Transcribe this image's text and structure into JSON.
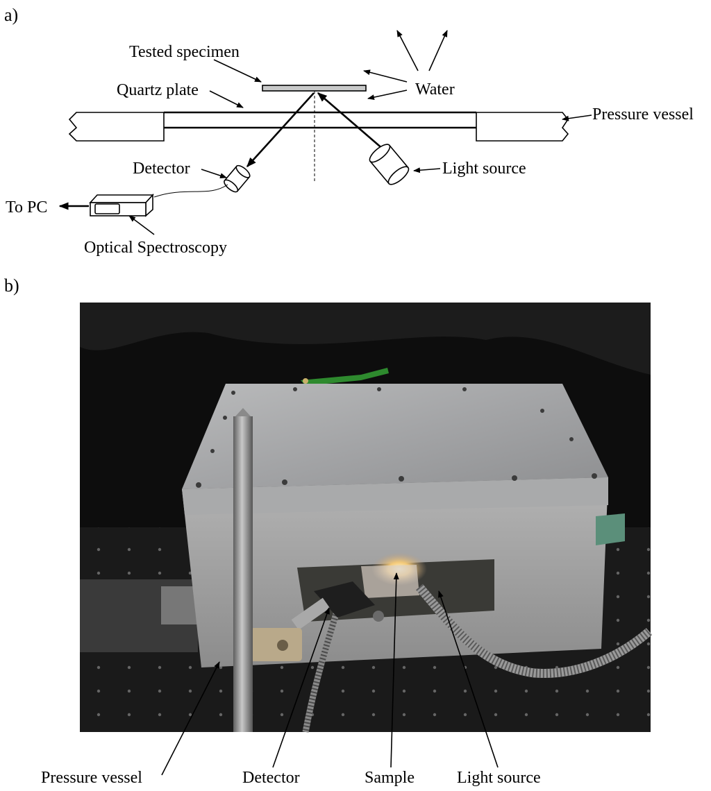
{
  "panel_a": {
    "tag": "a)",
    "labels": {
      "tested_specimen": "Tested specimen",
      "quartz_plate": "Quartz plate",
      "water": "Water",
      "pressure_vessel": "Pressure vessel",
      "detector": "Detector",
      "light_source": "Light source",
      "to_pc": "To PC",
      "optical_spectroscopy": "Optical Spectroscopy"
    }
  },
  "panel_b": {
    "tag": "b)",
    "labels": {
      "pressure_vessel": "Pressure vessel",
      "detector": "Detector",
      "sample": "Sample",
      "light_source": "Light source"
    }
  }
}
